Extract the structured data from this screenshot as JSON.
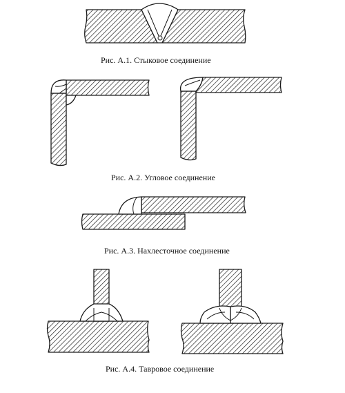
{
  "figures": [
    {
      "id": "a1",
      "caption": "Рис. А.1. Стыковое соединение"
    },
    {
      "id": "a2",
      "caption": "Рис. А.2. Угловое соединение"
    },
    {
      "id": "a3",
      "caption": "Рис. А.3. Нахлесточное соединение"
    },
    {
      "id": "a4",
      "caption": "Рис. А.4. Тавровое соединение"
    }
  ]
}
